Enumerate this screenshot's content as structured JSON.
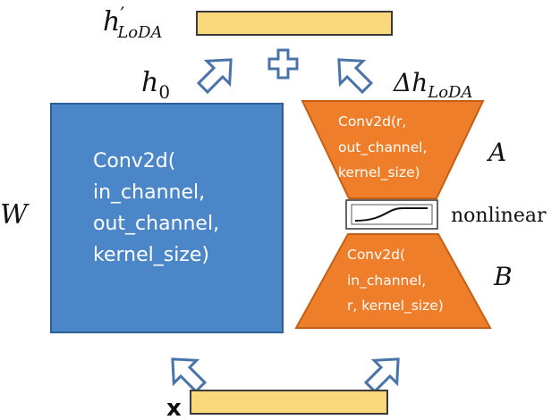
{
  "colors": {
    "main_block": "#4a86c8",
    "main_block_border": "#2f5f94",
    "lora_block": "#ef7e2b",
    "lora_block_border": "#c45f15",
    "feature_bar": "#fbd77c",
    "feature_bar_border": "#3a3a3a",
    "arrow_stroke": "#4a74a8",
    "text_dark": "#111111",
    "text_light": "#ffffff"
  },
  "labels": {
    "output": {
      "main": "h",
      "prime": "′",
      "sub": "LoDA"
    },
    "h0": {
      "main": "h",
      "sub": "0"
    },
    "delta_h": {
      "main": "Δh",
      "sub": "LoDA"
    },
    "weight": "W",
    "matrix_a": "A",
    "matrix_b": "B",
    "nonlinear": "nonlinear",
    "input": "x",
    "plus": "+"
  },
  "main_conv": {
    "lines": [
      "Conv2d(",
      "in_channel,",
      "out_channel,",
      "kernel_size)"
    ]
  },
  "conv_a": {
    "lines": [
      "Conv2d(r,",
      "out_channel,",
      "kernel_size)"
    ]
  },
  "conv_b": {
    "lines": [
      "Conv2d(",
      "in_channel,",
      "r, kernel_size)"
    ]
  },
  "icons": {
    "sum": "plus-icon",
    "nonlinearity": "sigmoid-curve-icon",
    "flow": "hollow-arrow-icon"
  }
}
